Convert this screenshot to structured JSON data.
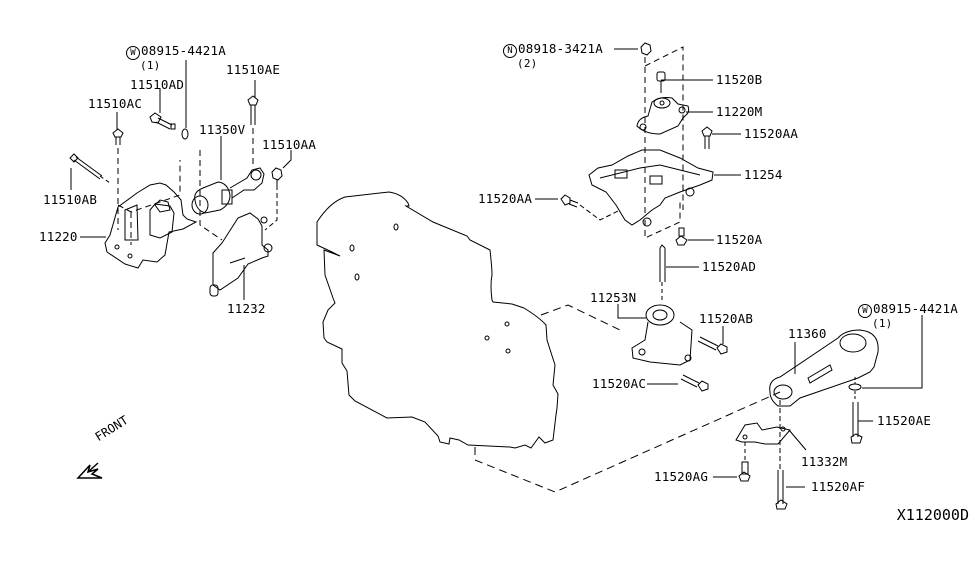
{
  "diagram": {
    "title_ref": "X112000D",
    "front_indicator": "FRONT",
    "colors": {
      "line": "#000000",
      "background": "#ffffff"
    },
    "labels": {
      "w_08915_left": {
        "prefix": "W",
        "part": "08915-4421A",
        "qty": "(1)"
      },
      "p11510AD": "11510AD",
      "p11510AE": "11510AE",
      "p11510AC": "11510AC",
      "p11350V": "11350V",
      "p11510AA": "11510AA",
      "p11510AB": "11510AB",
      "p11220": "11220",
      "p11232": "11232",
      "n_08918": {
        "prefix": "N",
        "part": "08918-3421A",
        "qty": "(2)"
      },
      "p11520B": "11520B",
      "p11220M": "11220M",
      "p11520AA_right": "11520AA",
      "p11254": "11254",
      "p11520AA_left": "11520AA",
      "p11520A": "11520A",
      "p11520AD": "11520AD",
      "p11253N": "11253N",
      "p11520AB": "11520AB",
      "p11520AC": "11520AC",
      "p11360": "11360",
      "w_08915_right": {
        "prefix": "W",
        "part": "08915-4421A",
        "qty": "(1)"
      },
      "p11520AE": "11520AE",
      "p11332M": "11332M",
      "p11520AG": "11520AG",
      "p11520AF": "11520AF"
    }
  }
}
